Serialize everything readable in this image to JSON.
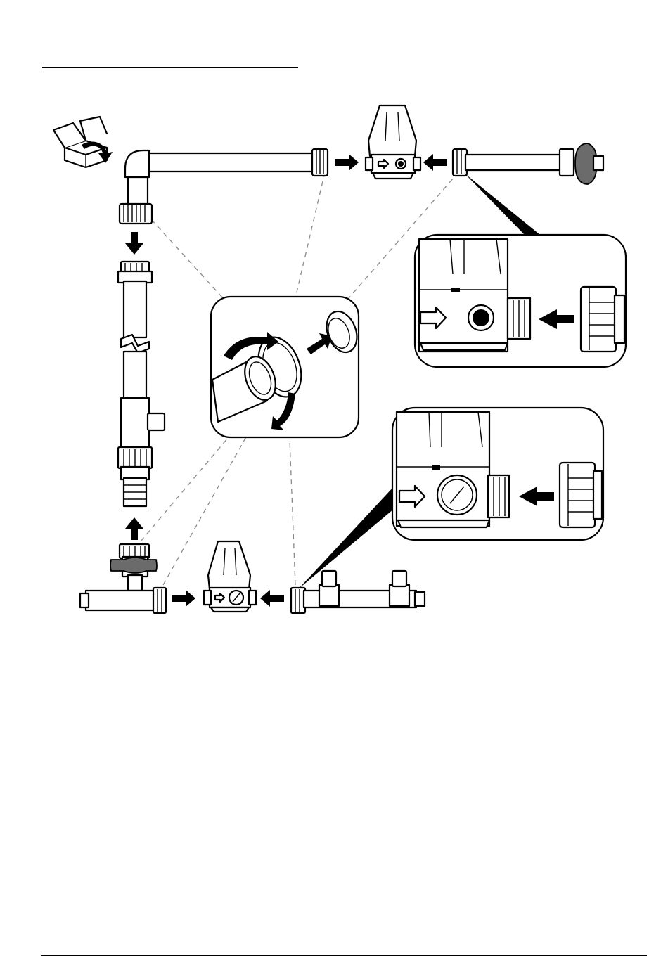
{
  "diagram": {
    "colors": {
      "line": "#000000",
      "fill": "#ffffff",
      "dash": "#8a8a8a",
      "handle": "#6b6b6b"
    },
    "parts": [
      "box-icon",
      "elbow-pipe",
      "union-nut",
      "vertical-pipe",
      "tee-fitting",
      "ball-valve",
      "pressure-regulator-with-gauge",
      "pressure-regulator",
      "valve-pipe",
      "double-tee-pipe"
    ],
    "callouts": [
      "regulator-inlet-detail",
      "gauge-regulator-inlet-detail",
      "union-tighten-detail"
    ]
  }
}
